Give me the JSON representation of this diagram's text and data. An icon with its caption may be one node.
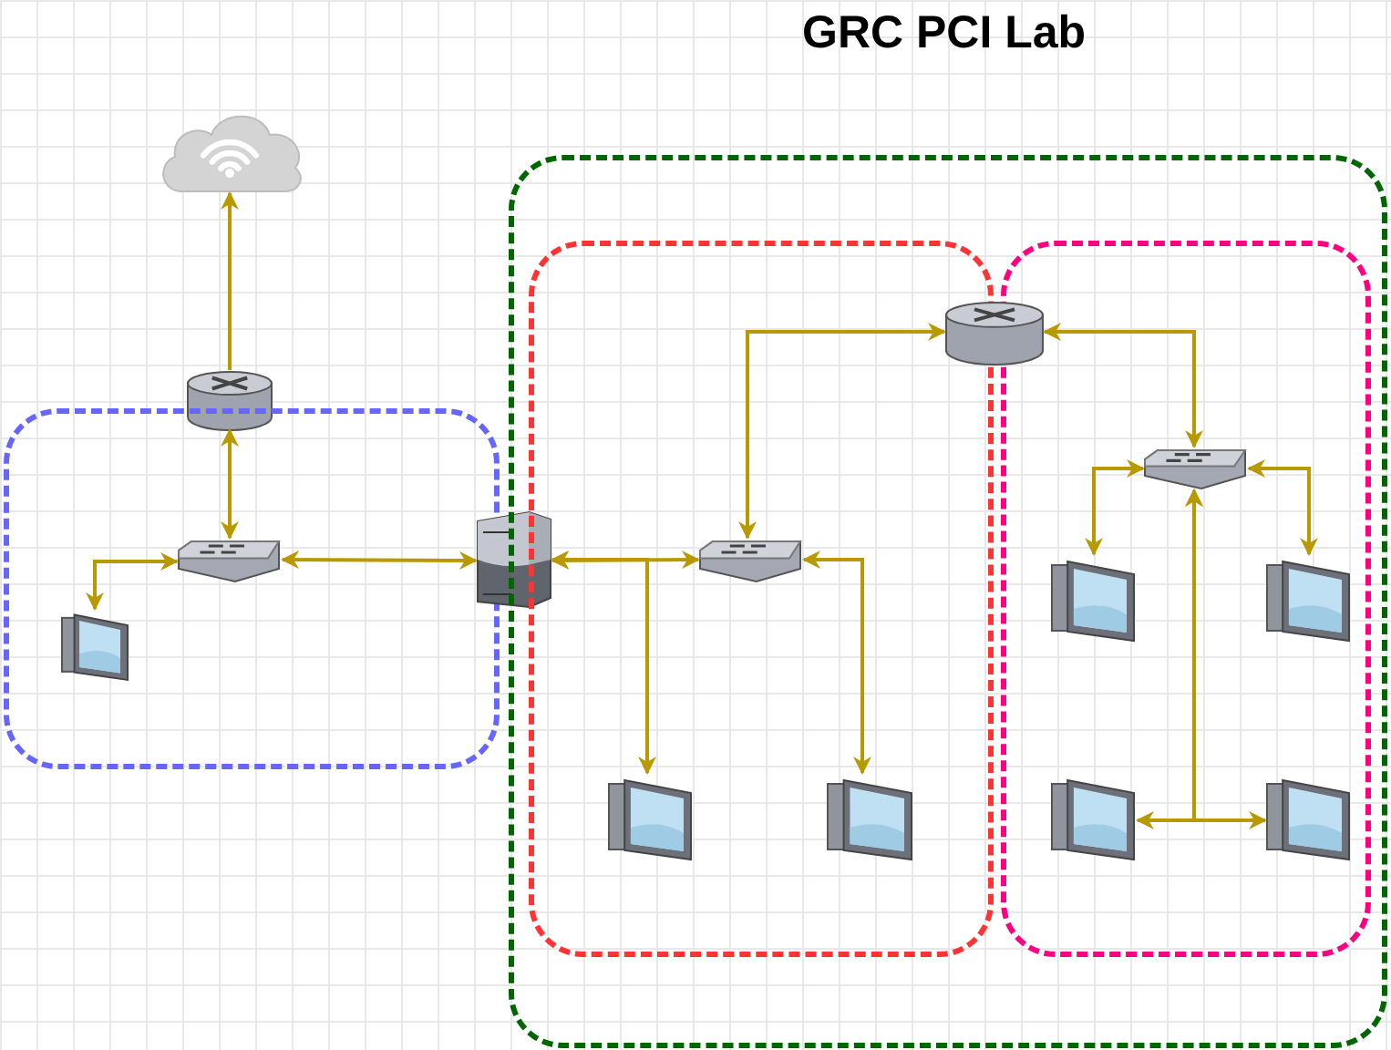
{
  "diagram": {
    "title": "GRC PCI Lab",
    "nodes": [
      {
        "text": [],
        "shape": "picture"
      },
      {
        "text": [],
        "shape": "cylinder"
      },
      {
        "text": [],
        "shape": "box"
      },
      {
        "text": [],
        "shape": "picture",
        "in": 2
      },
      {
        "text": [],
        "shape": "picture",
        "in": 2
      },
      {
        "text": [],
        "shape": "picture"
      },
      {
        "text": [],
        "shape": "box"
      },
      {
        "text": [],
        "shape": "box",
        "in": 6
      },
      {
        "text": [],
        "shape": "box",
        "in": 6
      },
      {
        "text": [],
        "shape": "cylinder",
        "in": 6
      },
      {
        "text": [],
        "shape": "picture",
        "in": 7
      },
      {
        "text": [],
        "shape": "picture",
        "in": 7
      },
      {
        "text": [],
        "shape": "picture",
        "in": 7
      },
      {
        "text": [],
        "shape": "picture",
        "in": 8
      },
      {
        "text": [],
        "shape": "picture",
        "in": 8
      },
      {
        "text": [],
        "shape": "picture",
        "in": 8
      },
      {
        "text": [],
        "shape": "picture",
        "in": 8
      },
      {
        "text": [],
        "shape": "picture",
        "in": 8
      }
    ],
    "edges": [
      {
        "from": 1,
        "to": 0,
        "arrow": "to"
      },
      {
        "from": 3,
        "to": 1,
        "arrow": "both"
      },
      {
        "from": 3,
        "to": 4,
        "arrow": "both"
      },
      {
        "from": 3,
        "to": 5,
        "arrow": "both"
      },
      {
        "from": 5,
        "to": 10,
        "arrow": "both"
      },
      {
        "from": 5,
        "to": 11,
        "arrow": "both"
      },
      {
        "from": 10,
        "to": 12,
        "arrow": "both"
      },
      {
        "from": 9,
        "to": 10,
        "arrow": "both"
      },
      {
        "from": 9,
        "to": 13,
        "arrow": "both"
      },
      {
        "from": 13,
        "to": 14,
        "arrow": "both"
      },
      {
        "from": 13,
        "to": 15,
        "arrow": "both"
      },
      {
        "from": 13,
        "to": 16,
        "arrow": "both"
      },
      {
        "from": 13,
        "to": 17,
        "arrow": "both"
      }
    ]
  }
}
